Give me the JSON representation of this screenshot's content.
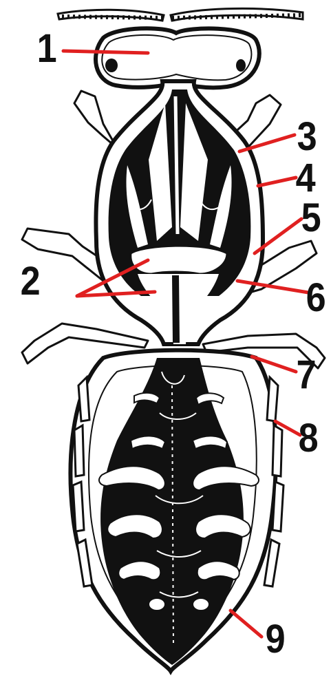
{
  "labels": [
    "1",
    "2",
    "3",
    "4",
    "5",
    "6",
    "7",
    "8",
    "9"
  ],
  "colors": {
    "leader_line": "#e02020",
    "ink": "#111111",
    "paper": "#ffffff"
  }
}
